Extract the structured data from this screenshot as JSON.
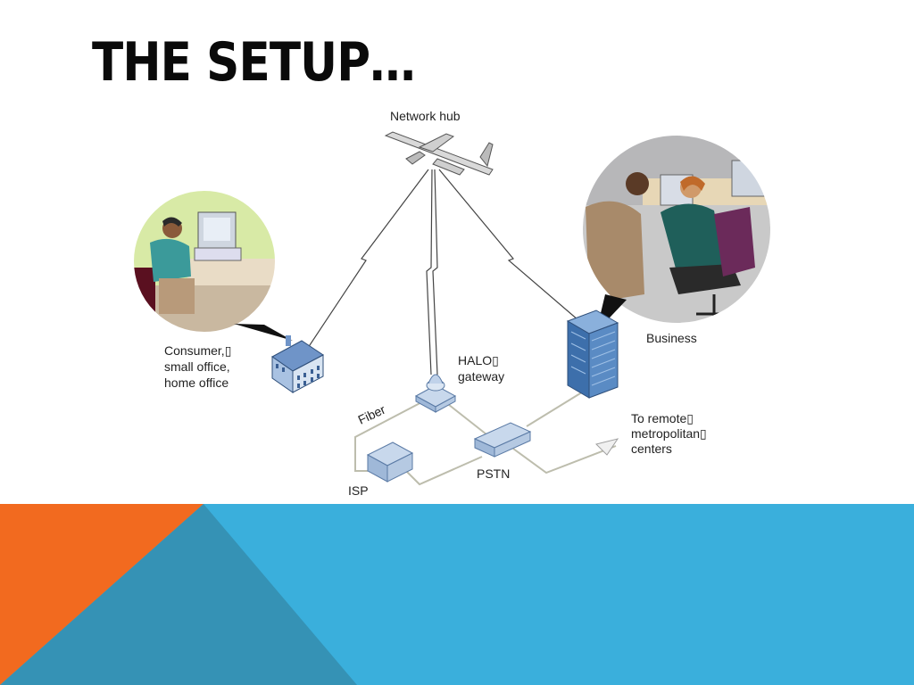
{
  "slide": {
    "title": "THE SETUP…"
  },
  "diagram": {
    "network_hub": "Network hub",
    "consumer": [
      "Consumer,▯",
      "small office,",
      "home office"
    ],
    "business": "Business",
    "halo": [
      "HALO▯",
      "gateway"
    ],
    "fiber": "Fiber",
    "isp": "ISP",
    "pstn": "PSTN",
    "remote": [
      "To remote▯",
      "metropolitan▯",
      "centers"
    ]
  },
  "colors": {
    "footer_blue": "#3aafdc",
    "footer_orange": "#f26a1f",
    "footer_teal": "#3592b5",
    "building_blue": "#4a7fb8",
    "line_gray": "#b8b8a8"
  }
}
